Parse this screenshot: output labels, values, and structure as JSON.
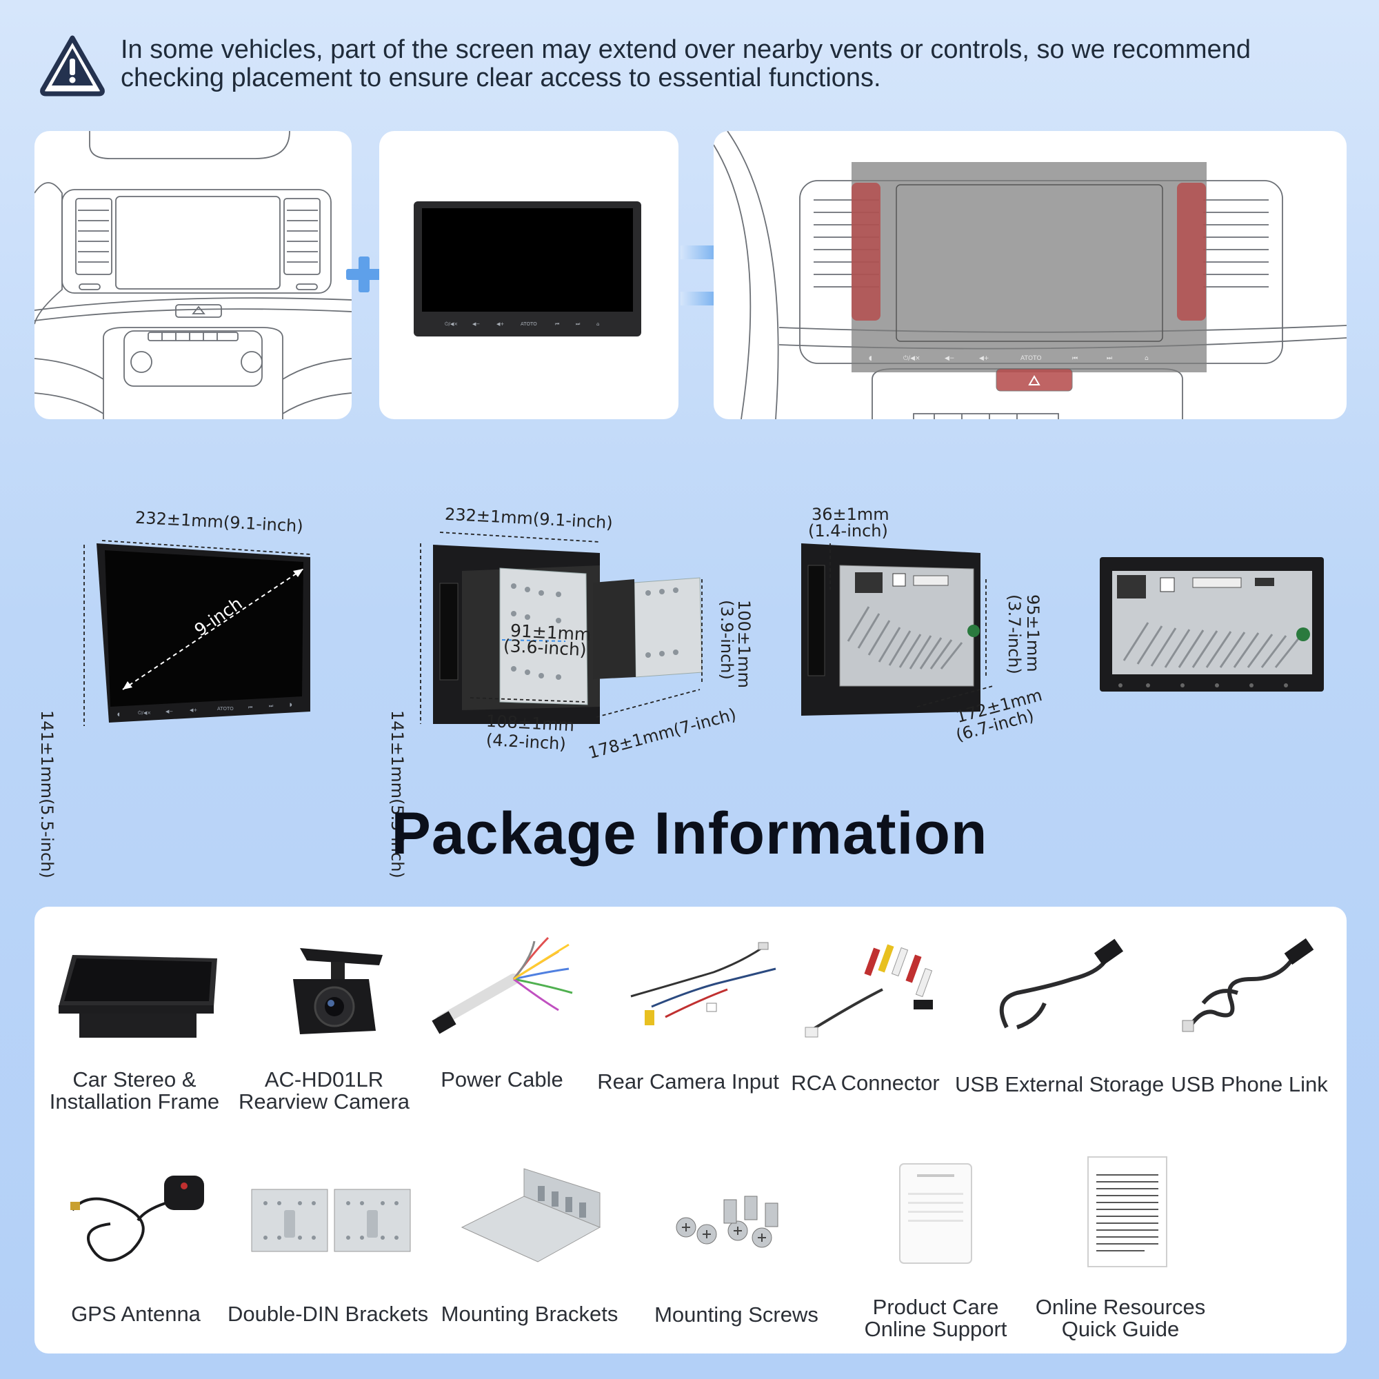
{
  "warning": {
    "icon": "warning-triangle-icon",
    "text": "In some vehicles, part of the screen may extend over nearby vents or controls, so we recommend checking placement to ensure clear access to essential functions."
  },
  "device": {
    "brand": "ATOTO"
  },
  "dimensions": {
    "front_width": "232±1mm(9.1-inch)",
    "front_height": "141±1mm(5.5-inch)",
    "diagonal": "9-inch",
    "side_width": "232±1mm(9.1-inch)",
    "side_height": "141±1mm(5.5-inch)",
    "frame_inner_1": "91±1mm",
    "frame_inner_2": "(3.6-inch)",
    "bracket_height_1": "100±1mm",
    "bracket_height_2": "(3.9-inch)",
    "bracket_depth_1": "108±1mm",
    "bracket_depth_2": "(4.2-inch)",
    "bracket_length": "178±1mm(7-inch)",
    "rear_top_1": "36±1mm",
    "rear_top_2": "(1.4-inch)",
    "rear_height_1": "95±1mm",
    "rear_height_2": "(3.7-inch)",
    "rear_depth_1": "172±1mm",
    "rear_depth_2": "(6.7-inch)"
  },
  "package": {
    "title": "Package Information",
    "row1": [
      {
        "label_1": "Car Stereo &",
        "label_2": "Installation Frame"
      },
      {
        "label_1": "AC-HD01LR",
        "label_2": "Rearview Camera"
      },
      {
        "label_1": "Power Cable",
        "label_2": ""
      },
      {
        "label_1": "Rear Camera Input",
        "label_2": ""
      },
      {
        "label_1": "RCA Connector",
        "label_2": ""
      },
      {
        "label_1": "USB External Storage",
        "label_2": ""
      },
      {
        "label_1": "USB Phone Link",
        "label_2": ""
      }
    ],
    "row2": [
      {
        "label_1": "GPS Antenna",
        "label_2": ""
      },
      {
        "label_1": "Double-DIN Brackets",
        "label_2": ""
      },
      {
        "label_1": "Mounting Brackets",
        "label_2": ""
      },
      {
        "label_1": "Mounting Screws",
        "label_2": ""
      },
      {
        "label_1": "Product Care",
        "label_2": "Online Support"
      },
      {
        "label_1": "Online Resources",
        "label_2": "Quick Guide"
      }
    ]
  },
  "colors": {
    "accent_blue": "#3b8ee8",
    "warning_navy": "#24324f",
    "vent_red": "#b54a4a"
  }
}
